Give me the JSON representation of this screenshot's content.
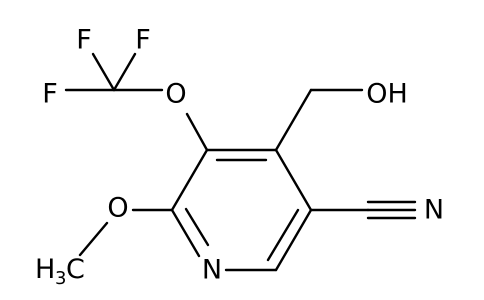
{
  "molecule": {
    "labels": {
      "f_top_left": "F",
      "f_top_right": "F",
      "f_left": "F",
      "o_ether": "O",
      "oh": "OH",
      "n_nitrile": "N",
      "o_methoxy": "O",
      "n_ring": "N",
      "methyl_h": "H",
      "methyl_sub": "3",
      "methyl_c": "C"
    }
  }
}
